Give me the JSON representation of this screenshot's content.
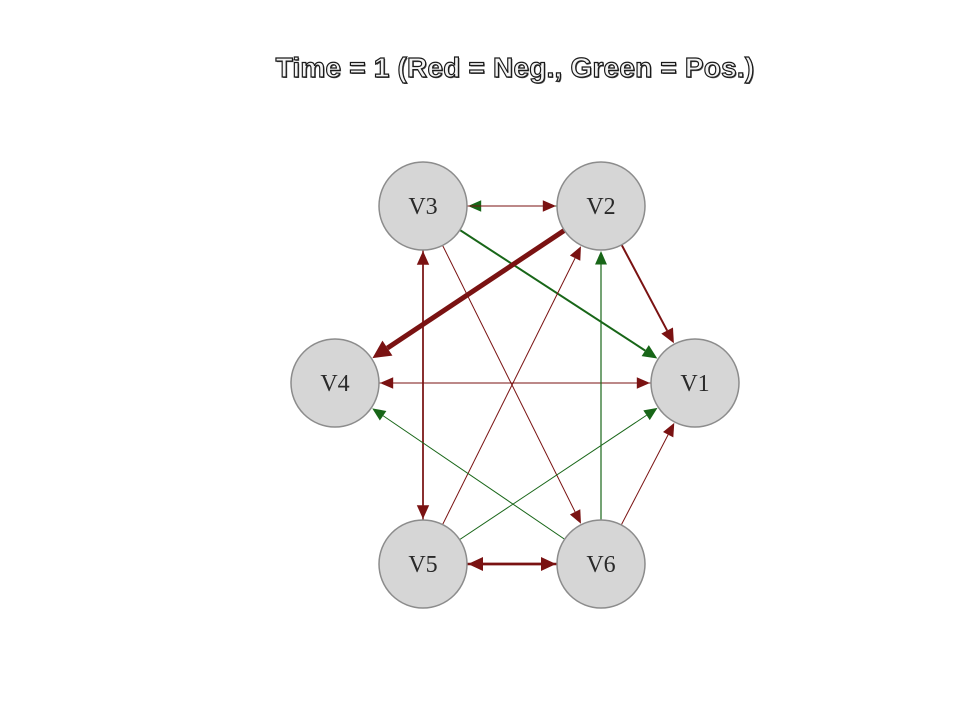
{
  "title": "Time = 1 (Red = Neg., Green = Pos.)",
  "colors": {
    "negative": "#7a1212",
    "positive": "#186618",
    "node_fill": "#d6d6d6"
  },
  "nodes": [
    {
      "id": "V1",
      "label": "V1"
    },
    {
      "id": "V2",
      "label": "V2"
    },
    {
      "id": "V3",
      "label": "V3"
    },
    {
      "id": "V4",
      "label": "V4"
    },
    {
      "id": "V5",
      "label": "V5"
    },
    {
      "id": "V6",
      "label": "V6"
    }
  ],
  "edges": [
    {
      "from": "V2",
      "to": "V3",
      "sign": "pos",
      "weight": 1
    },
    {
      "from": "V3",
      "to": "V2",
      "sign": "neg",
      "weight": 1
    },
    {
      "from": "V3",
      "to": "V1",
      "sign": "pos",
      "weight": 2
    },
    {
      "from": "V2",
      "to": "V1",
      "sign": "neg",
      "weight": 2
    },
    {
      "from": "V2",
      "to": "V4",
      "sign": "neg",
      "weight": 5
    },
    {
      "from": "V1",
      "to": "V4",
      "sign": "neg",
      "weight": 1
    },
    {
      "from": "V4",
      "to": "V1",
      "sign": "neg",
      "weight": 1
    },
    {
      "from": "V3",
      "to": "V5",
      "sign": "neg",
      "weight": 1.5
    },
    {
      "from": "V5",
      "to": "V3",
      "sign": "neg",
      "weight": 1.5
    },
    {
      "from": "V3",
      "to": "V6",
      "sign": "neg",
      "weight": 1
    },
    {
      "from": "V5",
      "to": "V2",
      "sign": "neg",
      "weight": 1
    },
    {
      "from": "V6",
      "to": "V2",
      "sign": "pos",
      "weight": 1.2
    },
    {
      "from": "V6",
      "to": "V4",
      "sign": "pos",
      "weight": 1
    },
    {
      "from": "V5",
      "to": "V1",
      "sign": "pos",
      "weight": 1
    },
    {
      "from": "V6",
      "to": "V1",
      "sign": "neg",
      "weight": 1
    },
    {
      "from": "V5",
      "to": "V6",
      "sign": "neg",
      "weight": 2.5
    },
    {
      "from": "V6",
      "to": "V5",
      "sign": "neg",
      "weight": 2.5
    }
  ]
}
